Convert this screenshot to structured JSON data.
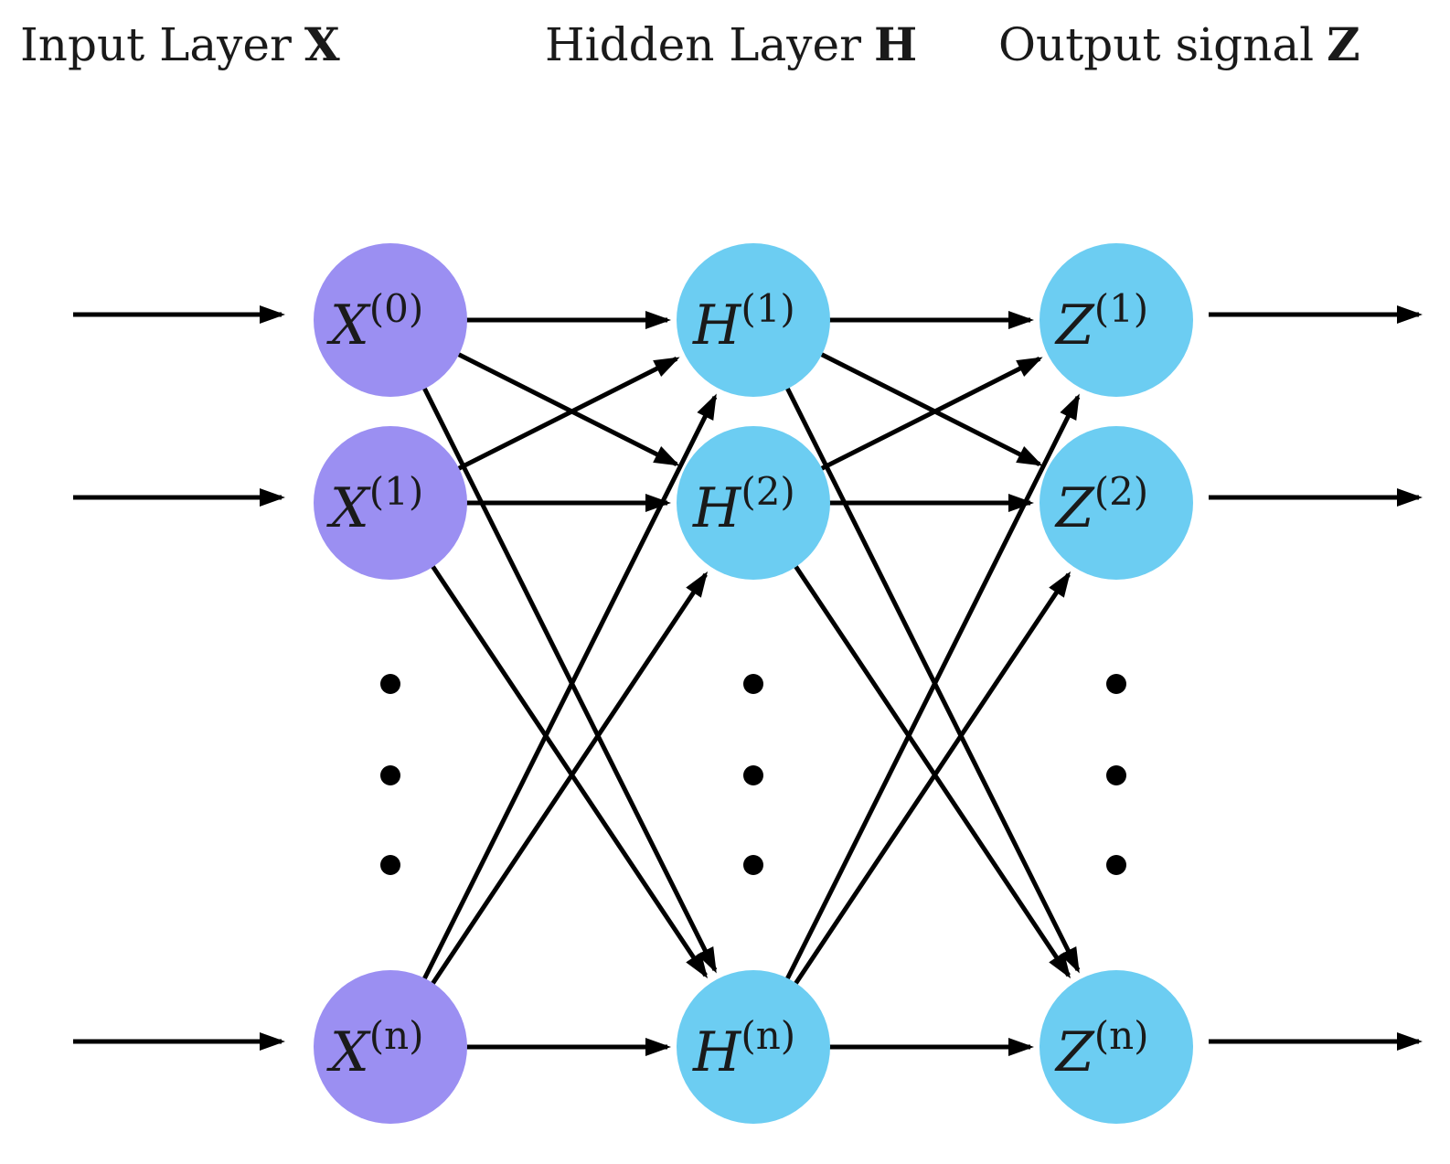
{
  "headers": {
    "input": {
      "label": "Input Layer",
      "symbol": "X"
    },
    "hidden": {
      "label": "Hidden Layer",
      "symbol": "H"
    },
    "output": {
      "label": "Output signal",
      "symbol": "Z"
    }
  },
  "colors": {
    "input_node": "#9b8ff2",
    "hidden_node": "#6ccdf2",
    "output_node": "#6ccdf2",
    "arrow": "#000000"
  },
  "layers": [
    {
      "id": "input",
      "nodes": [
        {
          "id": "x0",
          "base": "X",
          "sup": "(0)"
        },
        {
          "id": "x1",
          "base": "X",
          "sup": "(1)"
        },
        {
          "id": "xn",
          "base": "X",
          "sup": "(n)"
        }
      ]
    },
    {
      "id": "hidden",
      "nodes": [
        {
          "id": "h1",
          "base": "H",
          "sup": "(1)"
        },
        {
          "id": "h2",
          "base": "H",
          "sup": "(2)"
        },
        {
          "id": "hn",
          "base": "H",
          "sup": "(n)"
        }
      ]
    },
    {
      "id": "output",
      "nodes": [
        {
          "id": "z1",
          "base": "Z",
          "sup": "(1)"
        },
        {
          "id": "z2",
          "base": "Z",
          "sup": "(2)"
        },
        {
          "id": "zn",
          "base": "Z",
          "sup": "(n)"
        }
      ]
    }
  ],
  "edges": [
    [
      "x0",
      "h1"
    ],
    [
      "x0",
      "h2"
    ],
    [
      "x0",
      "hn"
    ],
    [
      "x1",
      "h1"
    ],
    [
      "x1",
      "h2"
    ],
    [
      "x1",
      "hn"
    ],
    [
      "xn",
      "h1"
    ],
    [
      "xn",
      "h2"
    ],
    [
      "xn",
      "hn"
    ],
    [
      "h1",
      "z1"
    ],
    [
      "h1",
      "z2"
    ],
    [
      "h1",
      "zn"
    ],
    [
      "h2",
      "z1"
    ],
    [
      "h2",
      "z2"
    ],
    [
      "h2",
      "zn"
    ],
    [
      "hn",
      "z1"
    ],
    [
      "hn",
      "z2"
    ],
    [
      "hn",
      "zn"
    ]
  ],
  "input_arrows": [
    "x0",
    "x1",
    "xn"
  ],
  "output_arrows": [
    "z1",
    "z2",
    "zn"
  ]
}
